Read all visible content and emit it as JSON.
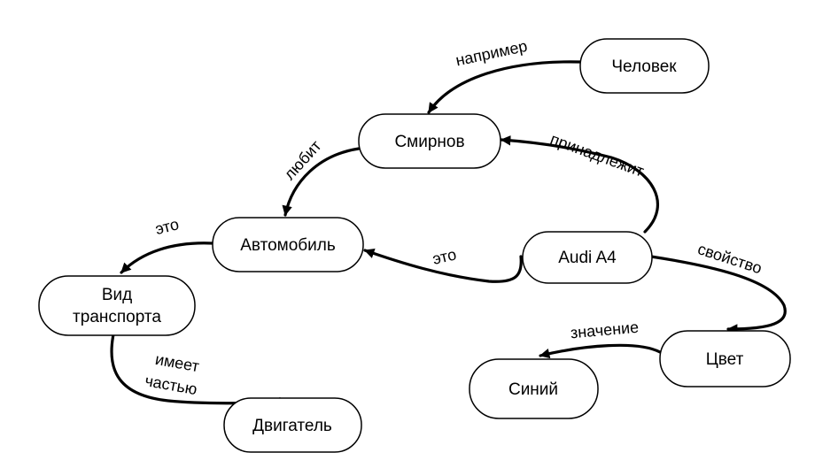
{
  "nodes": {
    "chelovek": "Человек",
    "smirnov": "Смирнов",
    "avtomobil": "Автомобиль",
    "vid_line1": "Вид",
    "vid_line2": "транспорта",
    "audi": "Audi A4",
    "dvigatel": "Двигатель",
    "cvet": "Цвет",
    "siniy": "Синий"
  },
  "edges": {
    "naprimer": "например",
    "lyubit": "любит",
    "prinadlezhit": "принадлежит",
    "eto_vid": "это",
    "eto_avto": "это",
    "svoystvo": "свойство",
    "imeet_line1": "имеет",
    "imeet_line2": "частью",
    "znachenie": "значение"
  }
}
